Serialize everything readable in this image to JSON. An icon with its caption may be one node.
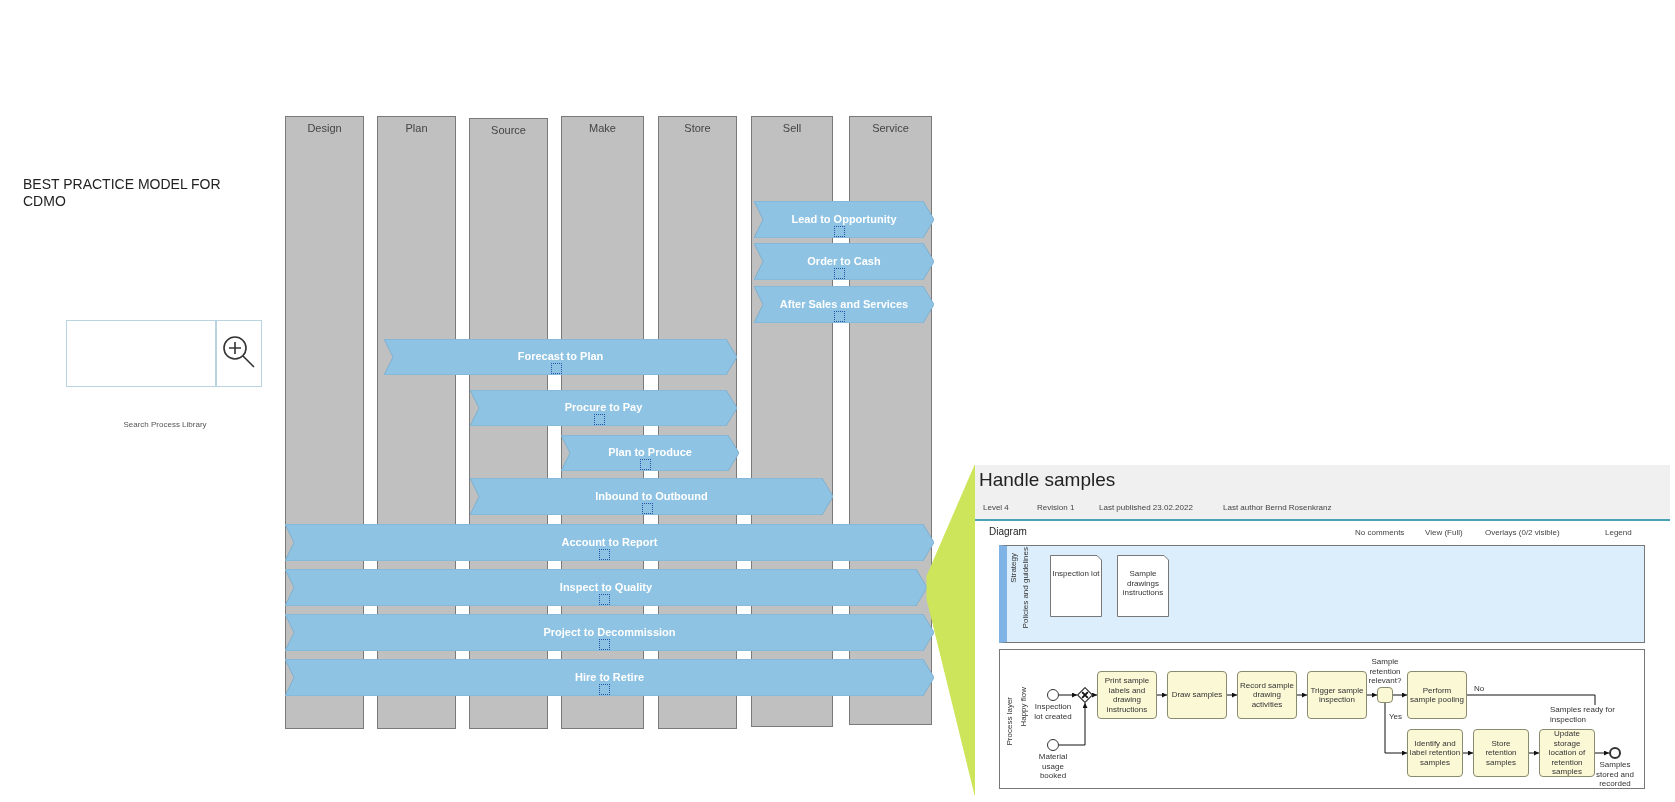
{
  "diagram": {
    "title": "BEST PRACTICE MODEL FOR CDMO",
    "nodes": [
      {
        "text": [
          "Design"
        ]
      },
      {
        "text": [
          "Plan"
        ]
      },
      {
        "text": [
          "Source"
        ]
      },
      {
        "text": [
          "Make"
        ]
      },
      {
        "text": [
          "Store"
        ]
      },
      {
        "text": [
          "Sell"
        ]
      },
      {
        "text": [
          "Service"
        ]
      },
      {
        "text": [
          "Lead to Opportunity"
        ]
      },
      {
        "text": [
          "Order to Cash"
        ]
      },
      {
        "text": [
          "After Sales and Services"
        ]
      },
      {
        "text": [
          "Forecast to Plan"
        ]
      },
      {
        "text": [
          "Procure to Pay"
        ]
      },
      {
        "text": [
          "Plan to Produce"
        ]
      },
      {
        "text": [
          "Inbound to Outbound"
        ]
      },
      {
        "text": [
          "Account to Report"
        ]
      },
      {
        "text": [
          "Inspect to Quality"
        ]
      },
      {
        "text": [
          "Project to Decommission"
        ]
      },
      {
        "text": [
          "Hire to Retire"
        ]
      },
      {
        "text": [
          "Handle samples"
        ]
      },
      {
        "text": [
          "Inspection lot"
        ],
        "in": 18
      },
      {
        "text": [
          "Sample drawings instructions"
        ],
        "in": 18
      },
      {
        "text": [],
        "shape": "circle",
        "in": 18,
        "beside": [
          "Inspection lot created"
        ]
      },
      {
        "text": [],
        "shape": "circle",
        "in": 18,
        "beside": [
          "Material usage booked"
        ]
      },
      {
        "text": [],
        "shape": "diamond",
        "in": 18
      },
      {
        "text": [
          "Print sample labels and drawing instructions"
        ],
        "in": 18
      },
      {
        "text": [
          "Draw samples"
        ],
        "in": 18
      },
      {
        "text": [
          "Record sample drawing activities"
        ],
        "in": 18
      },
      {
        "text": [
          "Trigger sample inspection"
        ],
        "in": 18
      },
      {
        "text": [],
        "shape": "diamond",
        "in": 18,
        "beside": [
          "Sample retention relevant?"
        ]
      },
      {
        "text": [
          "Perform sample pooling"
        ],
        "in": 18
      },
      {
        "text": [
          "Identify and label retention samples"
        ],
        "in": 18
      },
      {
        "text": [
          "Store retention samples"
        ],
        "in": 18
      },
      {
        "text": [
          "Update storage location of retention samples"
        ],
        "in": 18
      },
      {
        "text": [],
        "shape": "circle",
        "in": 18,
        "beside": [
          "Samples stored and recorded"
        ]
      },
      {
        "text": [
          "Samples ready for inspection"
        ],
        "in": 18
      }
    ],
    "edges": [
      {
        "from": 15,
        "to": 18,
        "arrow": "none",
        "color": "#cde55a"
      },
      {
        "from": 21,
        "to": 23,
        "arrow": "to"
      },
      {
        "from": 22,
        "to": 23,
        "arrow": "to"
      },
      {
        "from": 23,
        "to": 24,
        "arrow": "to"
      },
      {
        "from": 24,
        "to": 25,
        "arrow": "to"
      },
      {
        "from": 25,
        "to": 26,
        "arrow": "to"
      },
      {
        "from": 26,
        "to": 27,
        "arrow": "to"
      },
      {
        "from": 27,
        "to": 28,
        "arrow": "to"
      },
      {
        "from": 28,
        "to": 29,
        "arrow": "to"
      },
      {
        "from": 29,
        "to": 34,
        "arrow": "none",
        "label": "No"
      },
      {
        "from": 28,
        "to": 30,
        "arrow": "to",
        "label": "Yes"
      },
      {
        "from": 30,
        "to": 31,
        "arrow": "to"
      },
      {
        "from": 31,
        "to": 32,
        "arrow": "to"
      },
      {
        "from": 32,
        "to": 33,
        "arrow": "to"
      }
    ],
    "labels": [
      "Search Process Library",
      "Level 4",
      "Revision 1",
      "Last published 23.02.2022",
      "Last author Bernd Rosenkranz",
      "Diagram",
      "No comments",
      "View (Full)",
      "Overlays (0/2 visible)",
      "Legend",
      "Strategy",
      "Policies and guidelines",
      "Process layer",
      "Happy flow"
    ]
  }
}
